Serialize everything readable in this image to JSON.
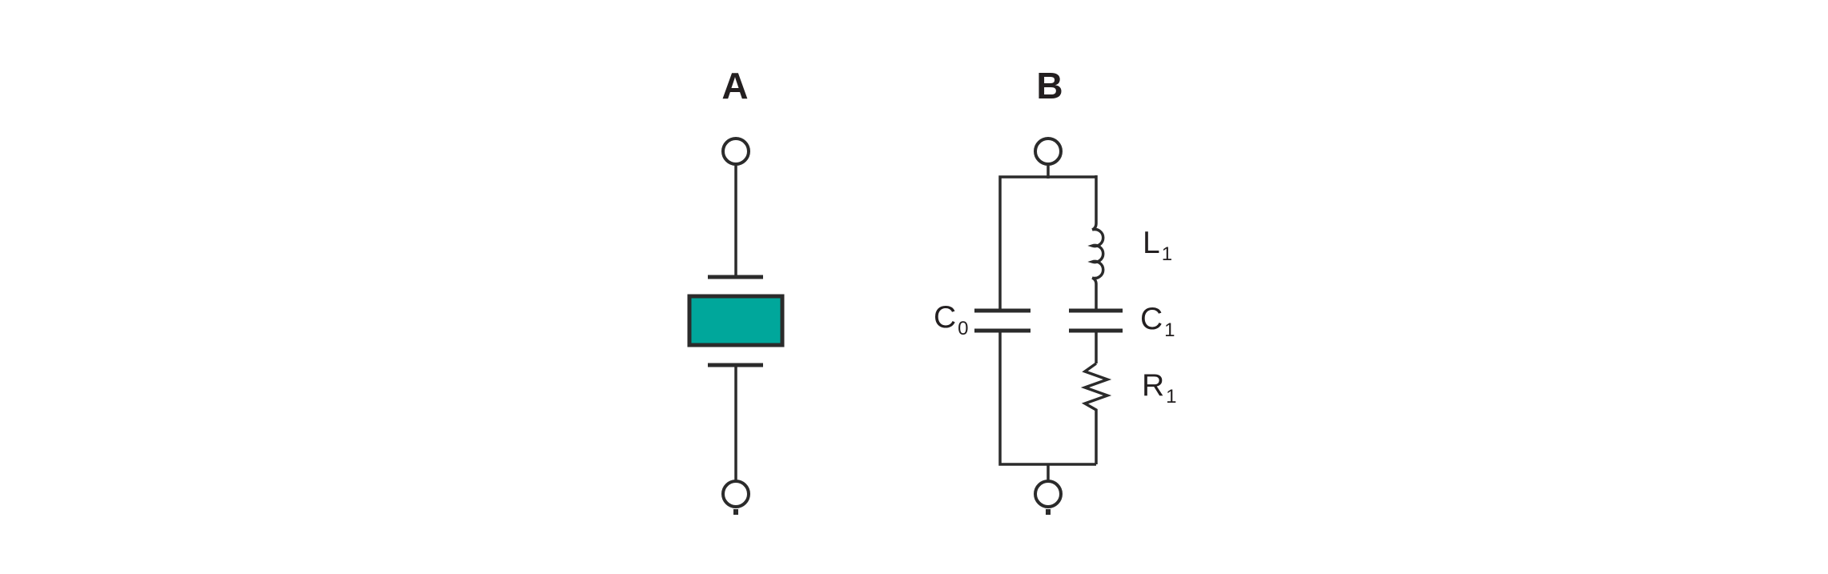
{
  "colors": {
    "background": "#ffffff",
    "line": "#2b2b2b",
    "text": "#231f20",
    "crystal_fill": "#00a79b"
  },
  "panel_a": {
    "label": "A",
    "component": {
      "type": "quartz-crystal-symbol"
    }
  },
  "panel_b": {
    "label": "B",
    "components": [
      {
        "id": "c0",
        "base": "C",
        "sub": "0",
        "type": "capacitor"
      },
      {
        "id": "l1",
        "base": "L",
        "sub": "1",
        "type": "inductor"
      },
      {
        "id": "c1",
        "base": "C",
        "sub": "1",
        "type": "capacitor"
      },
      {
        "id": "r1",
        "base": "R",
        "sub": "1",
        "type": "resistor"
      }
    ]
  }
}
